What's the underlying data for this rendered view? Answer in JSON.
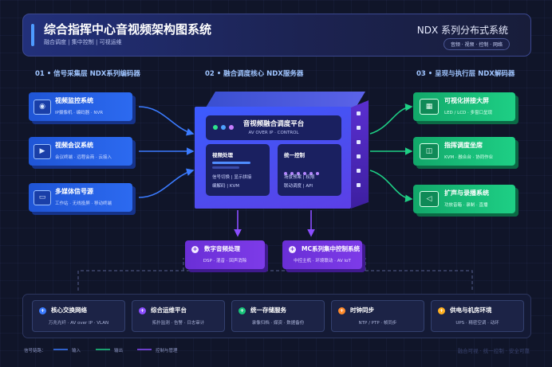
{
  "header": {
    "title": "综合指挥中心音视频架构图系统",
    "subtitle": "融合调度 | 集中控制 | 可视运维",
    "brand": "NDX 系列分布式系统",
    "tags": "音频 · 视频 · 控制 · 网络"
  },
  "sections": {
    "input": "01 • 信号采集层 NDX系列编码器",
    "core": "02 • 融合调度核心 NDX服务器",
    "output": "03 • 呈现与执行层 NDX解码器"
  },
  "inputs": [
    {
      "title": "视频监控系统",
      "sub": "IP摄像机 · 编码器 · NVR",
      "icon": "camera-icon",
      "glyph": "◉"
    },
    {
      "title": "视频会议系统",
      "sub": "会议终端 · 远程会商 · 云接入",
      "icon": "video-call-icon",
      "glyph": "▶"
    },
    {
      "title": "多媒体信号源",
      "sub": "工作站 · 无线投屏 · 移动终端",
      "icon": "monitor-icon",
      "glyph": "▭"
    }
  ],
  "core": {
    "title": "音视频融合调度平台",
    "sub": "AV OVER IP · CONTROL",
    "video": {
      "title": "视频处理",
      "line1": "信号切换 | 显示拼接",
      "line2": "编解码 | KVM"
    },
    "control": {
      "title": "统一控制",
      "line1": "场景预案 | 权限",
      "line2": "联动调度 | API"
    }
  },
  "outputs": [
    {
      "title": "可视化拼接大屏",
      "sub": "LED / LCD · 多窗口呈现",
      "icon": "video-wall-icon",
      "glyph": "▦"
    },
    {
      "title": "指挥调度坐席",
      "sub": "KVM · 融合台 · 协同作业",
      "icon": "console-seat-icon",
      "glyph": "◫"
    },
    {
      "title": "扩声与录播系统",
      "sub": "功放音箱 · 录制 · 直播",
      "icon": "speaker-icon",
      "glyph": "◁"
    }
  ],
  "modules": [
    {
      "title": "数字音频处理",
      "sub": "DSP · 混音 · 回声消除",
      "glyph": "+"
    },
    {
      "title": "MC系列集中控制系统",
      "sub": "中控主机 · 环境联动 · AV IoT",
      "glyph": "+"
    }
  ],
  "infrastructure": [
    {
      "title": "核心交换网络",
      "sub": "万兆光纤 · AV over IP · VLAN",
      "color": "#3b7bff",
      "glyph": "+"
    },
    {
      "title": "综合运维平台",
      "sub": "拓扑监测 · 告警 · 日志审计",
      "color": "#8a4dff",
      "glyph": "+"
    },
    {
      "title": "统一存储服务",
      "sub": "录像归档 · 媒资 · 数据备份",
      "color": "#18c47a",
      "glyph": "+"
    },
    {
      "title": "时钟同步",
      "sub": "NTP / PTP · 帧同步",
      "color": "#ff8a2a",
      "glyph": "+"
    },
    {
      "title": "供电与机房环境",
      "sub": "UPS · 精密空调 · 动环",
      "color": "#ffb020",
      "glyph": "+"
    }
  ],
  "legend": {
    "label": "信号链路：",
    "input": "输入",
    "output": "输出",
    "control": "控制与管理"
  },
  "footer": "融合可视 · 统一控制 · 安全可靠",
  "colors": {
    "input": "#2c6af0",
    "output": "#1ecf85",
    "control": "#7d3be8",
    "background": "#101529"
  }
}
